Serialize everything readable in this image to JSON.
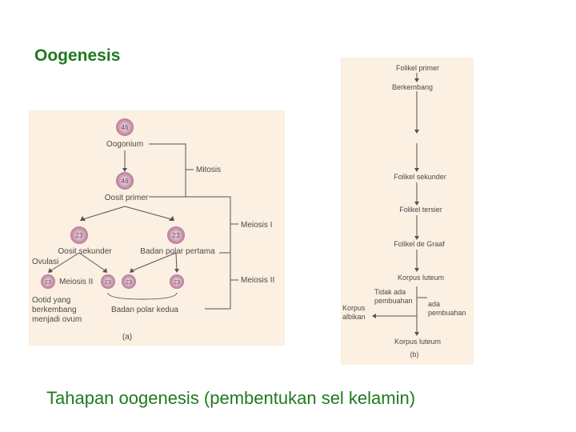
{
  "title": "Oogenesis",
  "caption": "Tahapan oogenesis (pembentukan sel kelamin)",
  "panel_a": {
    "cell_46_top": "46",
    "oogonium": "Oogonium",
    "mitosis": "Mitosis",
    "cell_46_mid": "46",
    "oosit_primer": "Oosit primer",
    "meiosis_1": "Meiosis I",
    "cell_23_left": "23",
    "cell_23_right": "23",
    "oosit_sekunder": "Oosit sekunder",
    "badan_polar_pertama": "Badan polar pertama",
    "ovulasi": "Ovulasi",
    "cell_23_a": "23",
    "meiosis_2_inner": "Meiosis II",
    "cell_23_b": "23",
    "cell_23_c": "23",
    "cell_23_d": "23",
    "meiosis_2": "Meiosis II",
    "ootid_1": "Ootid yang",
    "ootid_2": "berkembang",
    "ootid_3": "menjadi ovum",
    "badan_polar_kedua": "Badan polar kedua",
    "label": "(a)"
  },
  "panel_b": {
    "folikel_primer": "Folikel primer",
    "berkembang": "Berkembang",
    "folikel_sekunder": "Folikel sekunder",
    "folikel_tersier": "Folikel tersier",
    "folikel_de_graaf": "Folikel de Graaf",
    "korpus_luteum": "Korpus luteum",
    "tidak_ada_1": "Tidak ada",
    "tidak_ada_2": "pembuahan",
    "ada_1": "ada",
    "ada_2": "pembuahan",
    "korpus_albikan_1": "Korpus",
    "korpus_albikan_2": "albikan",
    "korpus_luteum_2": "Korpus luteum",
    "label": "(b)"
  }
}
